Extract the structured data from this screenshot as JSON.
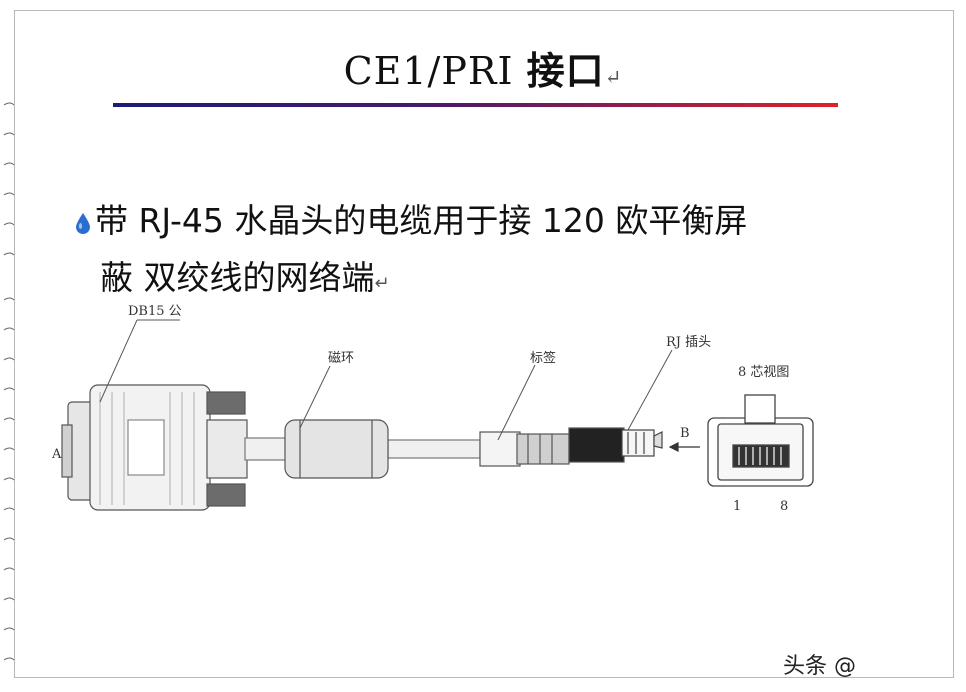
{
  "slide": {
    "title_latin": "CE1/PRI ",
    "title_cjk": "接口",
    "return_mark": "↵",
    "bullet_line1": "带 RJ-45 水晶头的电缆用于接 120 欧平衡屏",
    "bullet_line2": "蔽  双绞线的网络端"
  },
  "diagram": {
    "label_db15": "DB15 公",
    "label_ferrite": "磁环",
    "label_cable": "标签",
    "label_plug": "RJ 插头",
    "label_pin_view": "8 芯视图",
    "label_arrow_b": "B",
    "label_pin1": "1",
    "label_pin8": "8",
    "label_a": "A"
  },
  "watermark": "头条 @",
  "colors": {
    "rule_start": "#1b1b7a",
    "rule_end": "#e0202a",
    "bullet": "#2a6fd0"
  }
}
